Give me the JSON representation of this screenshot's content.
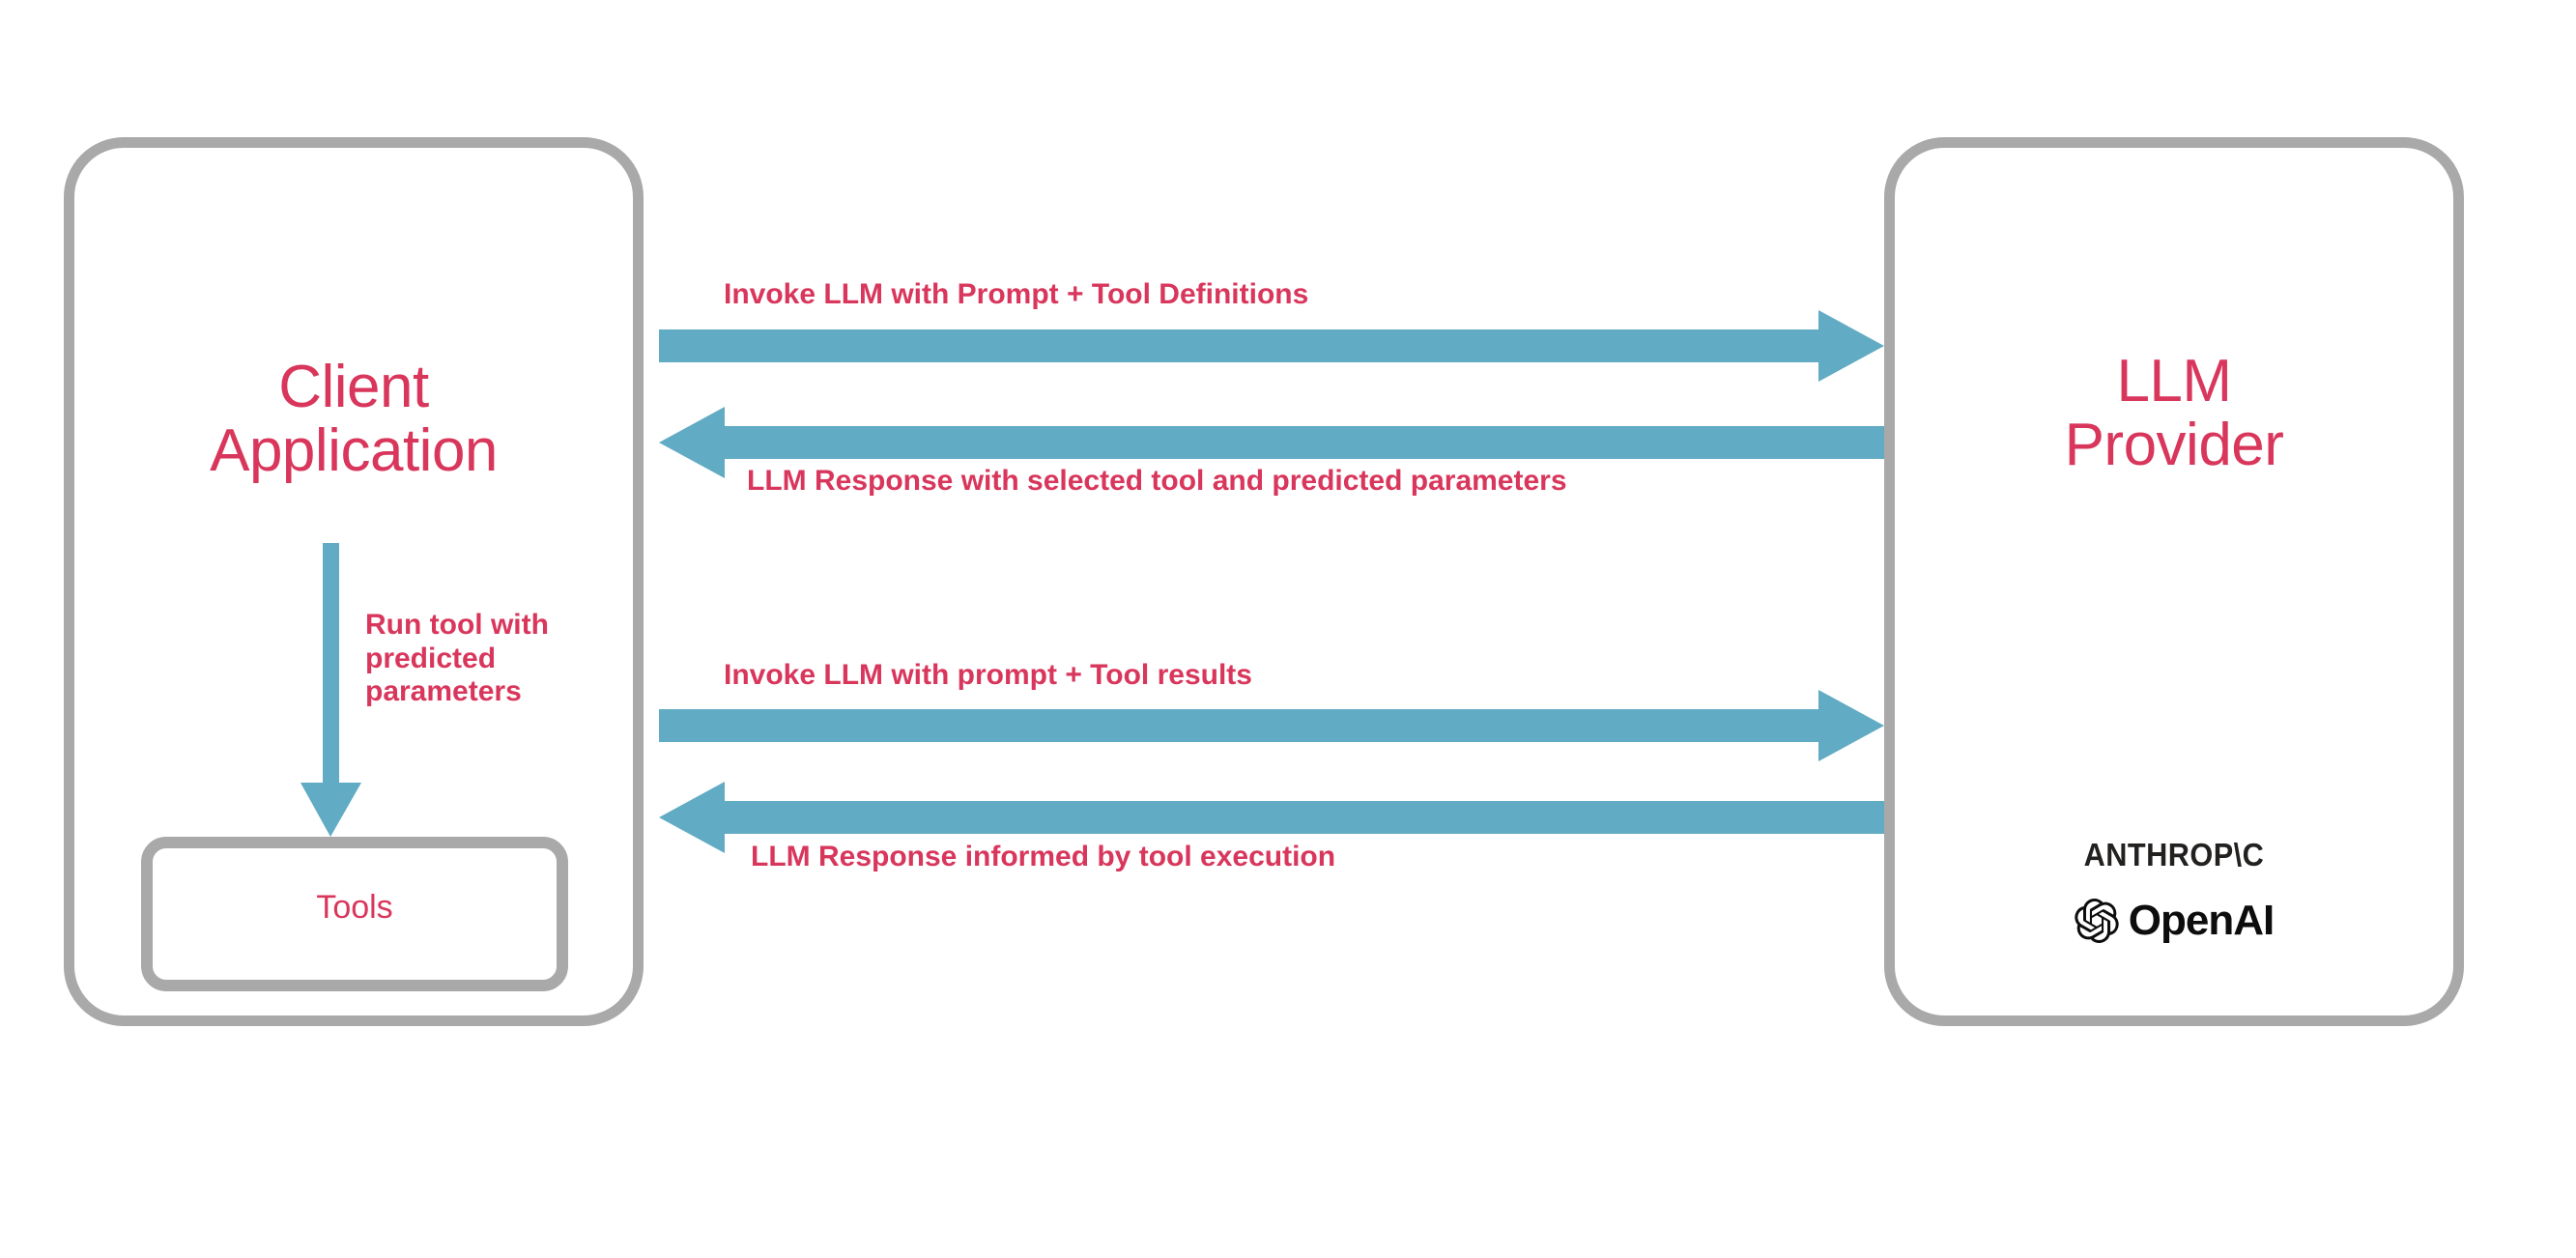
{
  "diagram": {
    "title": "LLM tool-calling sequence between client application and LLM provider",
    "colors": {
      "accent_text": "#d9365c",
      "arrow": "#61abc4",
      "box_border": "#a9a9a9",
      "logo_text": "#0d0d0d",
      "background": "#ffffff"
    }
  },
  "nodes": {
    "client": {
      "label": "Client\nApplication",
      "tools": {
        "label": "Tools"
      }
    },
    "provider": {
      "label": "LLM\nProvider",
      "brands": [
        {
          "name": "anthropic-logo",
          "text": "ANTHROP\\C"
        },
        {
          "name": "openai-logo",
          "text": "OpenAI"
        }
      ]
    }
  },
  "arrows": [
    {
      "id": "invoke-1",
      "label": "Invoke LLM with Prompt + Tool Definitions",
      "direction": "right",
      "from": "client",
      "to": "provider"
    },
    {
      "id": "response-1",
      "label": "LLM Response with selected tool and predicted parameters",
      "direction": "left",
      "from": "provider",
      "to": "client"
    },
    {
      "id": "invoke-2",
      "label": "Invoke LLM with prompt + Tool results",
      "direction": "right",
      "from": "client",
      "to": "provider"
    },
    {
      "id": "response-2",
      "label": "LLM Response informed by tool execution",
      "direction": "left",
      "from": "provider",
      "to": "client"
    },
    {
      "id": "run-tool",
      "label": "Run tool with\npredicted\nparameters",
      "direction": "down",
      "from": "client",
      "to": "tools"
    }
  ]
}
